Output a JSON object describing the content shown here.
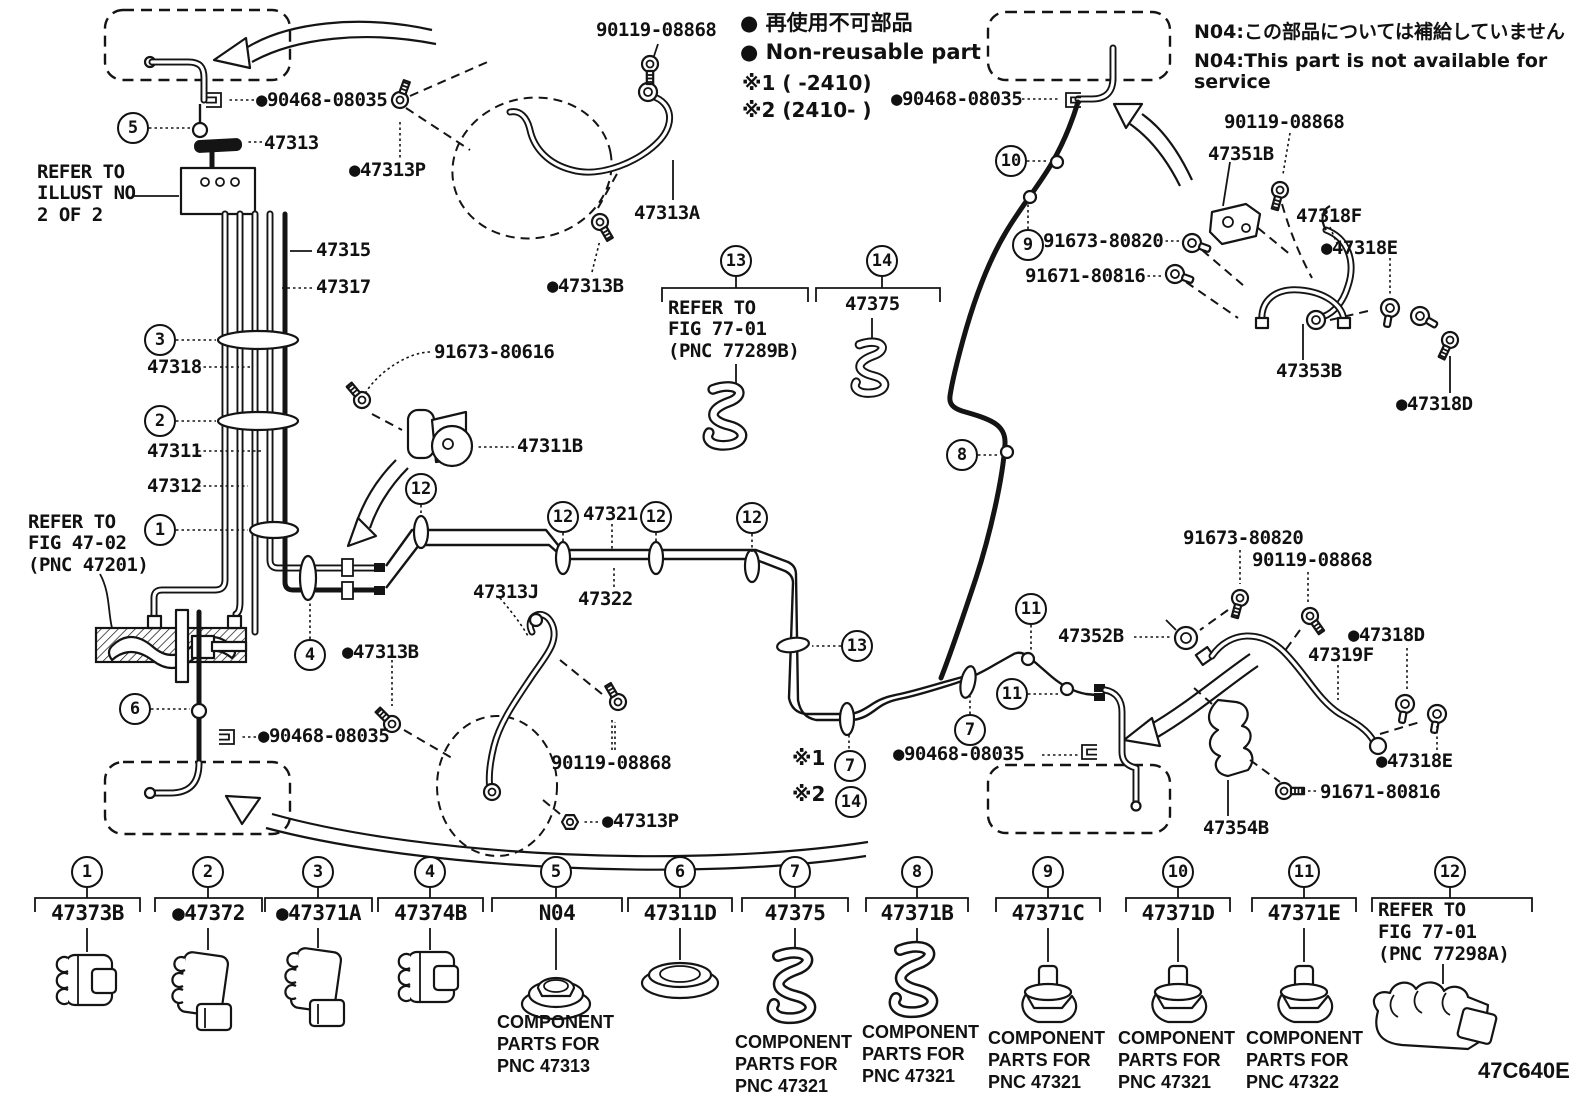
{
  "doc": {
    "code": "47C640E"
  },
  "legend": {
    "nonreusable_jp": "● 再使用不可部品",
    "nonreusable_en": "● Non-reusable part",
    "range1": "※1 (    -2410)",
    "range2": "※2 (2410-    )"
  },
  "n04": {
    "jp": "N04:この部品については補給していません",
    "en": "N04:This part is not available for service"
  },
  "markers": {
    "note1": "※1",
    "note2": "※2"
  },
  "labels": [
    {
      "text": "90119-08868"
    },
    {
      "text": "●90468-08035"
    },
    {
      "text": "47313"
    },
    {
      "text": "REFER TO\nILLUST NO\n2 OF 2"
    },
    {
      "text": "●47313P"
    },
    {
      "text": "47313A"
    },
    {
      "text": "47315"
    },
    {
      "text": "47317"
    },
    {
      "text": "●47313B"
    },
    {
      "text": "91673-80616"
    },
    {
      "text": "47318"
    },
    {
      "text": "47311"
    },
    {
      "text": "47312"
    },
    {
      "text": "47311B"
    },
    {
      "text": "REFER TO\nFIG 47-02\n(PNC 47201)"
    },
    {
      "text": "47321"
    },
    {
      "text": "47322"
    },
    {
      "text": "47313J"
    },
    {
      "text": "●47313B"
    },
    {
      "text": "●90468-08035"
    },
    {
      "text": "90119-08868"
    },
    {
      "text": "●47313P"
    },
    {
      "text": "●90468-08035"
    },
    {
      "text": "90119-08868"
    },
    {
      "text": "47351B"
    },
    {
      "text": "47318F"
    },
    {
      "text": "●47318E"
    },
    {
      "text": "91673-80820"
    },
    {
      "text": "91671-80816"
    },
    {
      "text": "47353B"
    },
    {
      "text": "●47318D"
    },
    {
      "text": "91673-80820"
    },
    {
      "text": "90119-08868"
    },
    {
      "text": "47352B"
    },
    {
      "text": "●47318D"
    },
    {
      "text": "47319F"
    },
    {
      "text": "●47318E"
    },
    {
      "text": "91671-80816"
    },
    {
      "text": "47354B"
    },
    {
      "text": "●90468-08035"
    },
    {
      "text": "47375"
    },
    {
      "text": "REFER TO\nFIG 77-01\n(PNC 77289B)"
    }
  ],
  "circles": [
    "5",
    "3",
    "2",
    "1",
    "4",
    "6",
    "12",
    "12",
    "12",
    "12",
    "13",
    "14",
    "13",
    "7",
    "7",
    "14",
    "8",
    "9",
    "10",
    "11",
    "11"
  ],
  "bottom": {
    "items": [
      {
        "num": "1",
        "label": "47373B",
        "note": ""
      },
      {
        "num": "2",
        "label": "●47372",
        "note": ""
      },
      {
        "num": "3",
        "label": "●47371A",
        "note": ""
      },
      {
        "num": "4",
        "label": "47374B",
        "note": ""
      },
      {
        "num": "5",
        "label": "N04",
        "note": "COMPONENT\nPARTS FOR\nPNC 47313"
      },
      {
        "num": "6",
        "label": "47311D",
        "note": ""
      },
      {
        "num": "7",
        "label": "47375",
        "note": "COMPONENT\nPARTS FOR\nPNC 47321"
      },
      {
        "num": "8",
        "label": "47371B",
        "note": "COMPONENT\nPARTS FOR\nPNC 47321"
      },
      {
        "num": "9",
        "label": "47371C",
        "note": "COMPONENT\nPARTS FOR\nPNC 47321"
      },
      {
        "num": "10",
        "label": "47371D",
        "note": "COMPONENT\nPARTS FOR\nPNC 47321"
      },
      {
        "num": "11",
        "label": "47371E",
        "note": "COMPONENT\nPARTS FOR\nPNC 47322"
      },
      {
        "num": "12",
        "label": "REFER TO\nFIG 77-01\n(PNC 77298A)",
        "note": ""
      }
    ]
  }
}
